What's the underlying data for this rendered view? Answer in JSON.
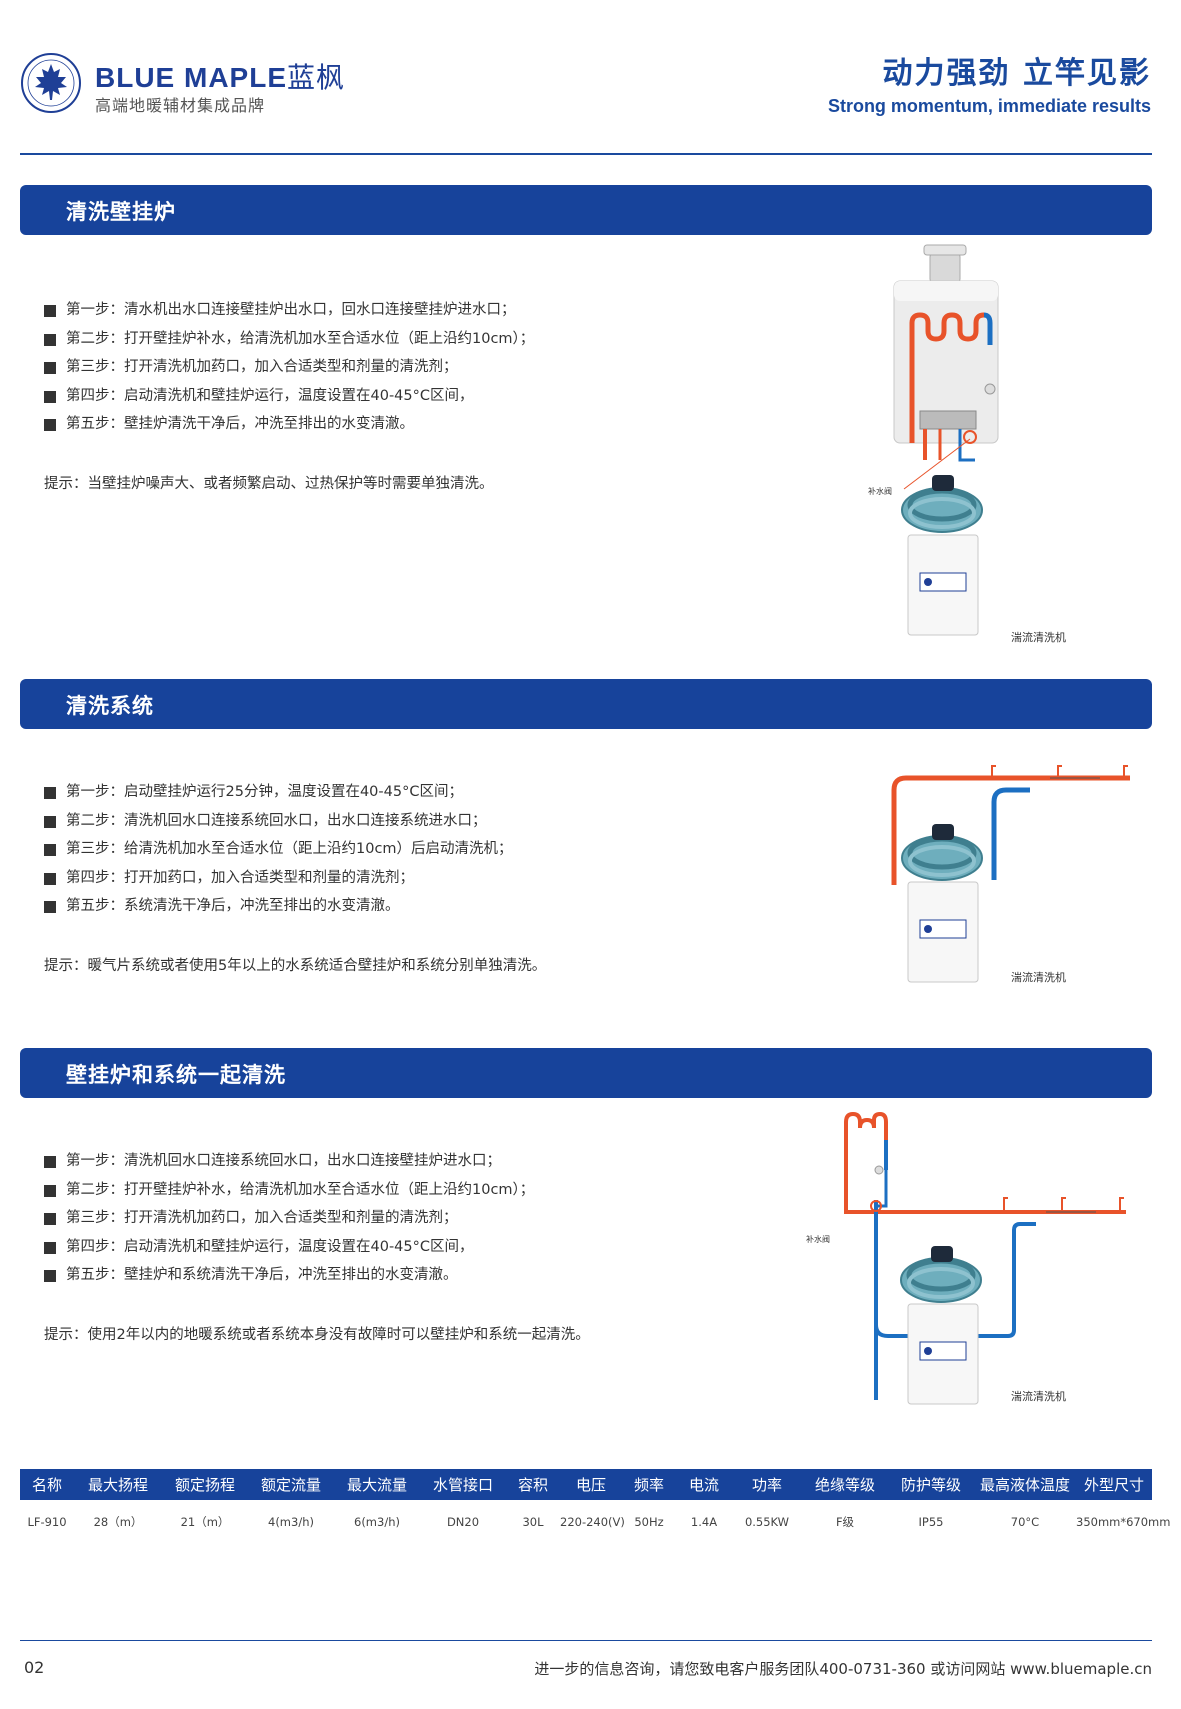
{
  "header": {
    "brand_name": "BLUE MAPLE蓝枫",
    "brand_name_en": "BLUE MAPLE",
    "brand_name_cn": "蓝枫",
    "brand_tagline": "高端地暖辅材集成品牌",
    "slogan_cn": "动力强劲 立竿见影",
    "slogan_en": "Strong momentum, immediate results"
  },
  "sections": [
    {
      "title": "清洗壁挂炉",
      "steps": [
        "第一步：清水机出水口连接壁挂炉出水口，回水口连接壁挂炉进水口；",
        "第二步：打开壁挂炉补水，给清洗机加水至合适水位（距上沿约10cm）；",
        "第三步：打开清洗机加药口，加入合适类型和剂量的清洗剂；",
        "第四步：启动清洗机和壁挂炉运行，温度设置在40-45°C区间，",
        "第五步：壁挂炉清洗干净后，冲洗至排出的水变清澈。"
      ],
      "tip": "提示：当壁挂炉噪声大、或者频繁启动、过热保护等时需要单独清洗。",
      "valve_label": "补水阀",
      "caption": "湍流清洗机"
    },
    {
      "title": "清洗系统",
      "steps": [
        "第一步：启动壁挂炉运行25分钟，温度设置在40-45°C区间；",
        "第二步：清洗机回水口连接系统回水口，出水口连接系统进水口；",
        "第三步：给清洗机加水至合适水位（距上沿约10cm）后启动清洗机；",
        "第四步：打开加药口，加入合适类型和剂量的清洗剂；",
        "第五步：系统清洗干净后，冲洗至排出的水变清澈。"
      ],
      "tip": "提示：暖气片系统或者使用5年以上的水系统适合壁挂炉和系统分别单独清洗。",
      "caption": "湍流清洗机"
    },
    {
      "title": "壁挂炉和系统一起清洗",
      "steps": [
        "第一步：清洗机回水口连接系统回水口，出水口连接壁挂炉进水口；",
        "第二步：打开壁挂炉补水，给清洗机加水至合适水位（距上沿约10cm）；",
        "第三步：打开清洗机加药口，加入合适类型和剂量的清洗剂；",
        "第四步：启动清洗机和壁挂炉运行，温度设置在40-45°C区间，",
        "第五步：壁挂炉和系统清洗干净后，冲洗至排出的水变清澈。"
      ],
      "tip": "提示：使用2年以内的地暖系统或者系统本身没有故障时可以壁挂炉和系统一起清洗。",
      "valve_label": "补水阀",
      "caption": "湍流清洗机"
    }
  ],
  "spec_table": {
    "headers": [
      "名称",
      "最大扬程",
      "额定扬程",
      "额定流量",
      "最大流量",
      "水管接口",
      "容积",
      "电压",
      "频率",
      "电流",
      "功率",
      "绝缘等级",
      "防护等级",
      "最高液体温度",
      "外型尺寸"
    ],
    "row": [
      "LF-910",
      "28（m）",
      "21（m）",
      "4(m3/h)",
      "6(m3/h)",
      "DN20",
      "30L",
      "220-240(V)",
      "50Hz",
      "1.4A",
      "0.55KW",
      "F级",
      "IP55",
      "70°C",
      "350mm*670mm"
    ]
  },
  "footer": {
    "page_number": "02",
    "contact_text": "进一步的信息咨询，请您致电客户服务团队400-0731-360 或访问网站 www.bluemaple.cn"
  },
  "colors": {
    "brand_blue": "#17439b",
    "hot_pipe": "#e8532a",
    "cold_pipe": "#1c6fc2",
    "hose": "#5fa3b3"
  }
}
